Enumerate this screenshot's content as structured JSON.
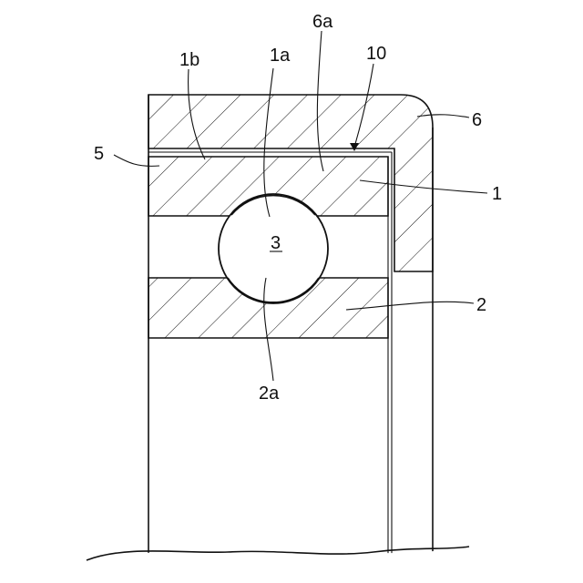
{
  "labels": {
    "outer_ring": "1",
    "outer_raceway": "1a",
    "outer_surface": "1b",
    "inner_ring": "2",
    "inner_raceway": "2a",
    "ball": "3",
    "layer": "5",
    "housing": "6",
    "housing_bore": "6a",
    "gap": "10"
  },
  "colors": {
    "line": "#111111",
    "background": "#ffffff"
  }
}
